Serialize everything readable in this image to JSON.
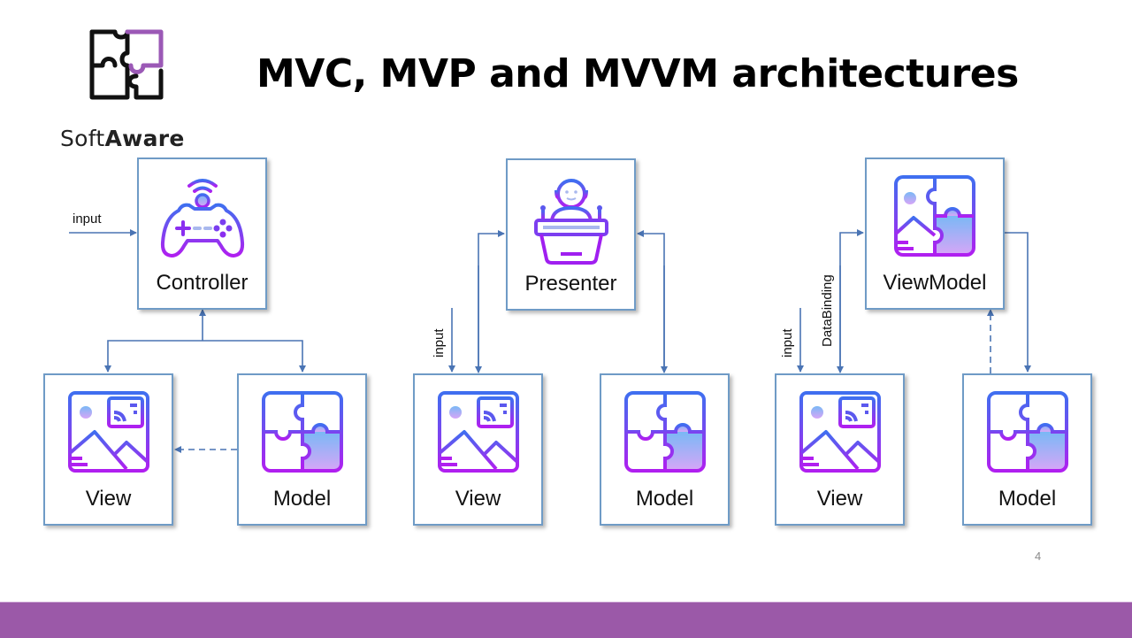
{
  "brand": {
    "name_light": "Soft",
    "name_bold": "Aware",
    "accent": "#9b59a8"
  },
  "title": "MVC, MVP and MVVM architectures",
  "page_number": "4",
  "colors": {
    "connector": "#4a74b4",
    "node_border": "#6f9bc6",
    "icon_top": "#3f6ff0",
    "icon_bottom": "#b01ff0",
    "footer": "#9b59a8"
  },
  "diagrams": [
    {
      "pattern": "MVC",
      "nodes": {
        "top": "Controller",
        "left": "View",
        "right": "Model"
      },
      "edges": [
        {
          "from": "input",
          "to": "Controller",
          "label": "input",
          "style": "solid"
        },
        {
          "from": "Controller",
          "to": "View",
          "style": "solid"
        },
        {
          "from": "Controller",
          "to": "Model",
          "style": "solid"
        },
        {
          "from": "View",
          "to": "Controller",
          "style": "solid"
        },
        {
          "from": "Model",
          "to": "View",
          "style": "dashed"
        }
      ]
    },
    {
      "pattern": "MVP",
      "nodes": {
        "top": "Presenter",
        "left": "View",
        "right": "Model"
      },
      "edges": [
        {
          "from": "input",
          "to": "View",
          "label": "input",
          "style": "solid"
        },
        {
          "from": "View",
          "to": "Presenter",
          "style": "solid",
          "bidirectional": true
        },
        {
          "from": "Presenter",
          "to": "Model",
          "style": "solid",
          "bidirectional": true
        }
      ]
    },
    {
      "pattern": "MVVM",
      "nodes": {
        "top": "ViewModel",
        "left": "View",
        "right": "Model"
      },
      "edges": [
        {
          "from": "input",
          "to": "View",
          "label": "input",
          "style": "solid"
        },
        {
          "from": "View",
          "to": "ViewModel",
          "label": "DataBinding",
          "style": "solid",
          "bidirectional": true
        },
        {
          "from": "ViewModel",
          "to": "Model",
          "style": "solid"
        },
        {
          "from": "Model",
          "to": "ViewModel",
          "style": "dashed"
        }
      ]
    }
  ]
}
